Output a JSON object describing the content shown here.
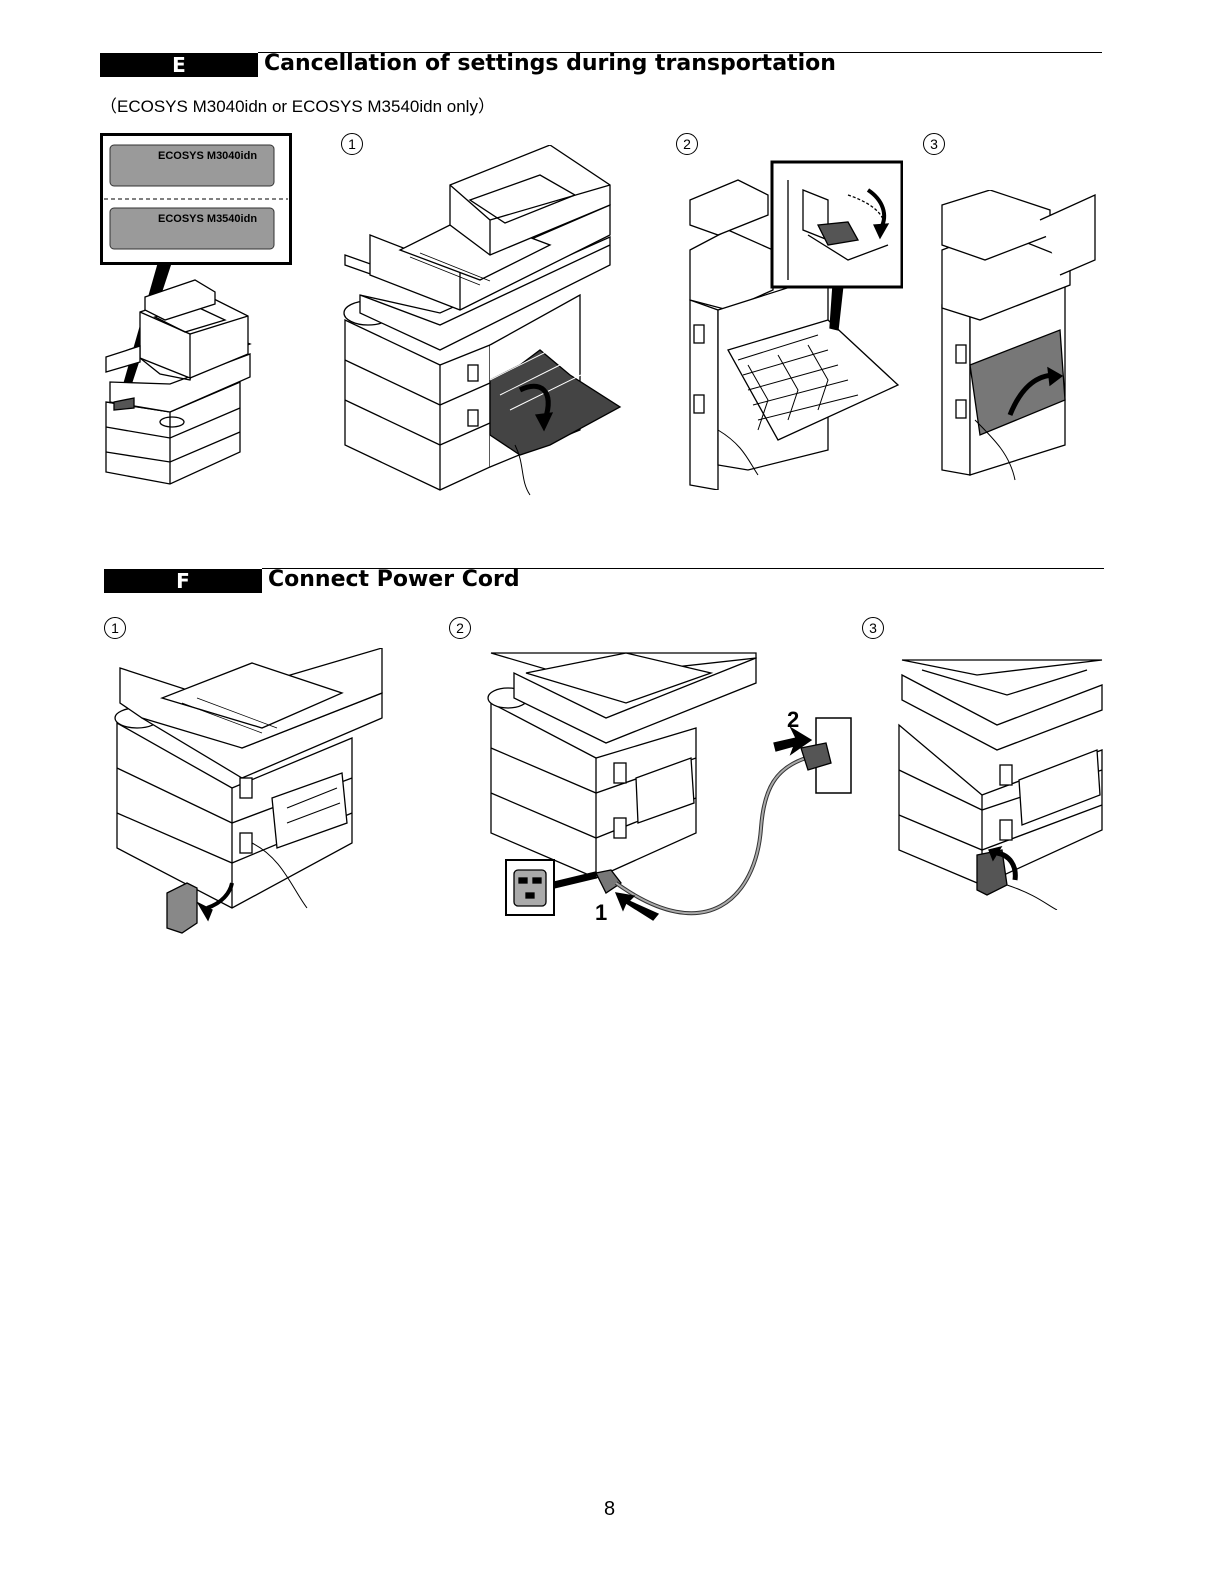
{
  "section_e": {
    "letter": "E",
    "title": "Cancellation of settings during transportation",
    "note": "（ECOSYS M3040idn or ECOSYS M3540idn only）",
    "model_labels": [
      "ECOSYS M3040idn",
      "ECOSYS M3540idn"
    ],
    "steps": [
      "1",
      "2",
      "3"
    ]
  },
  "section_f": {
    "letter": "F",
    "title": "Connect Power Cord",
    "steps": [
      "1",
      "2",
      "3"
    ],
    "callouts": [
      "1",
      "2"
    ]
  },
  "page_number": "8"
}
